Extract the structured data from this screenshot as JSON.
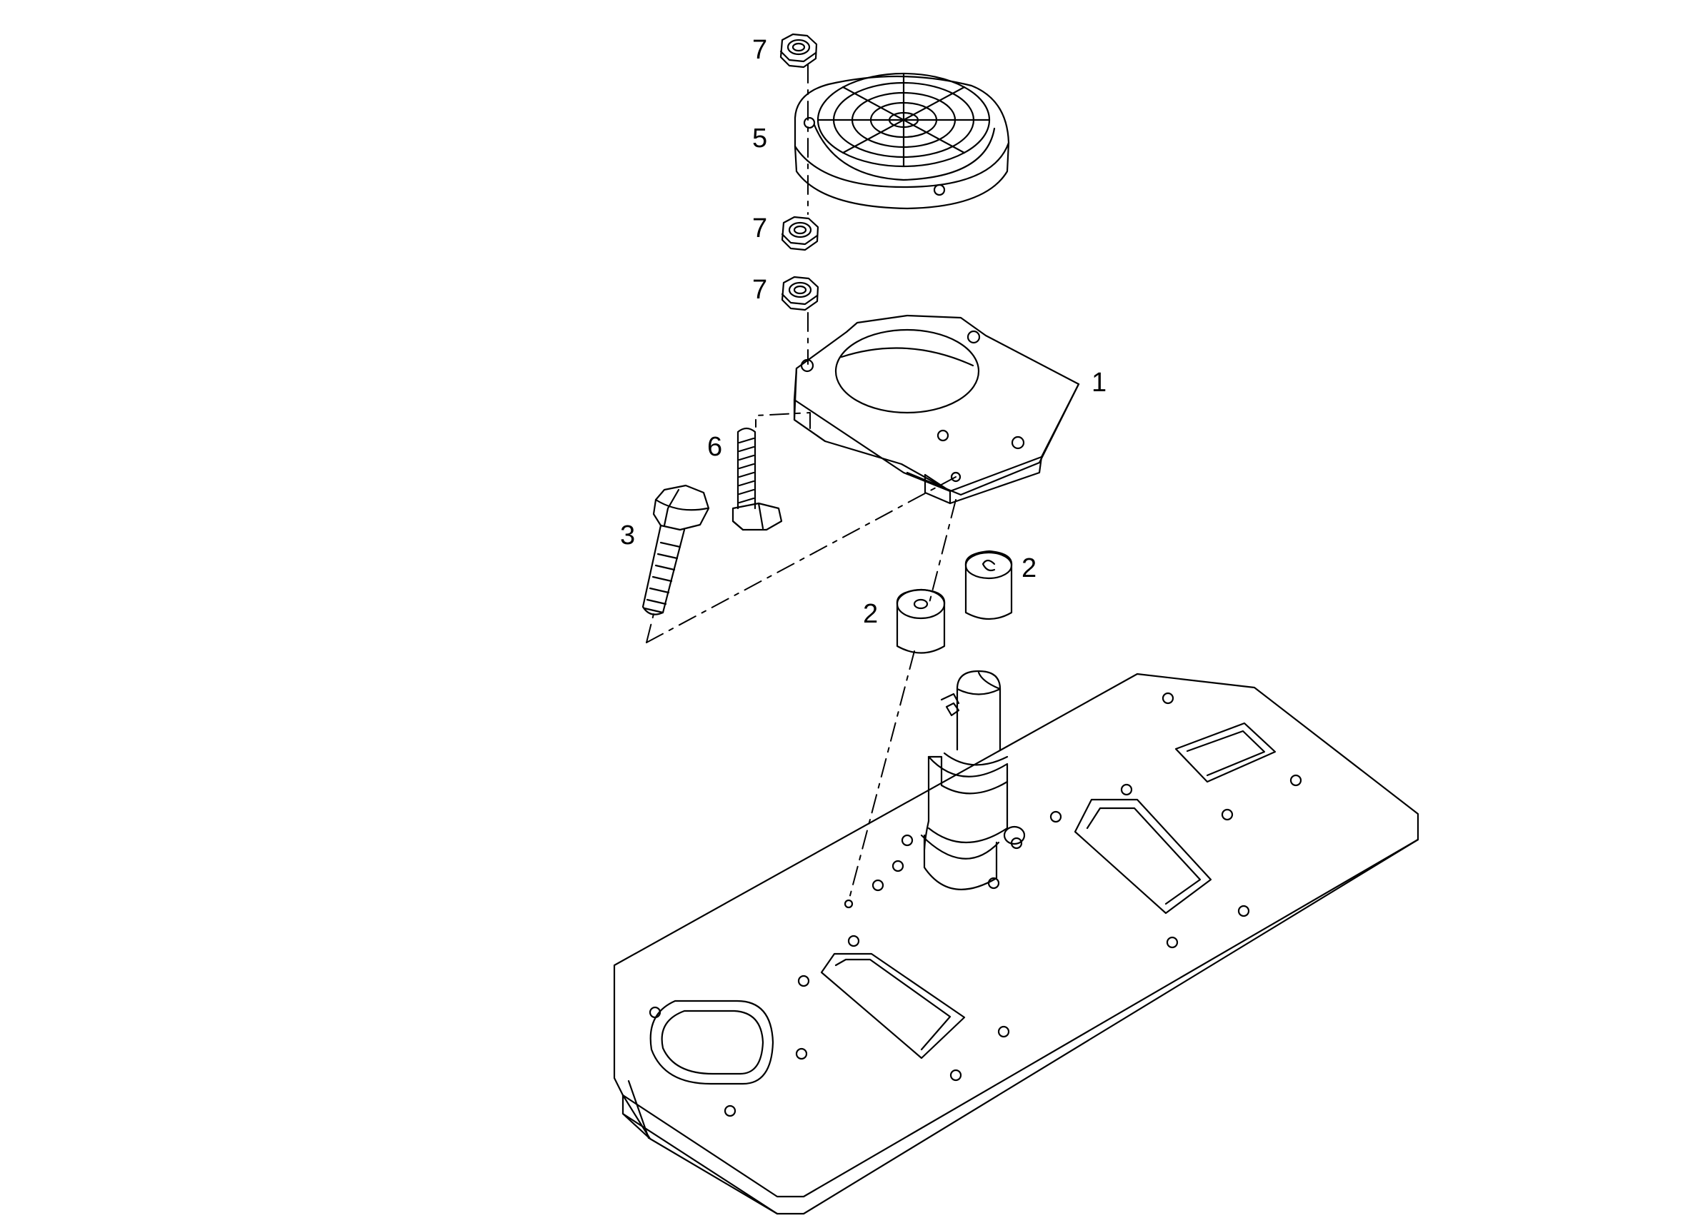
{
  "callouts": [
    {
      "id": "part-1",
      "label": "1"
    },
    {
      "id": "part-2a",
      "label": "2"
    },
    {
      "id": "part-2b",
      "label": "2"
    },
    {
      "id": "part-3",
      "label": "3"
    },
    {
      "id": "part-5",
      "label": "5"
    },
    {
      "id": "part-6",
      "label": "6"
    },
    {
      "id": "part-7a",
      "label": "7"
    },
    {
      "id": "part-7b",
      "label": "7"
    },
    {
      "id": "part-7c",
      "label": "7"
    }
  ],
  "colors": {
    "line": "#000000",
    "background": "#ffffff"
  }
}
